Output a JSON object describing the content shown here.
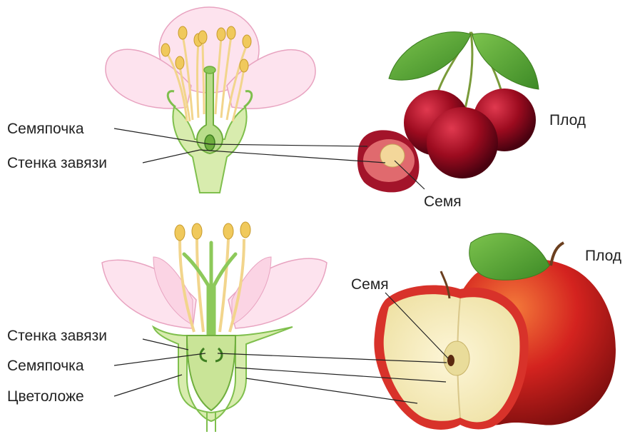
{
  "cherry_section": {
    "labels": {
      "ovule": "Семяпочка",
      "ovary_wall": "Стенка завязи",
      "fruit": "Плод",
      "seed": "Семя"
    }
  },
  "apple_section": {
    "labels": {
      "seed": "Семя",
      "fruit": "Плод",
      "ovary_wall": "Стенка завязи",
      "ovule": "Семяпочка",
      "receptacle": "Цветоложе"
    }
  },
  "colors": {
    "petal_stroke": "#e8a3c0",
    "petal_fill": "#fde3ee",
    "stamen": "#f2d58c",
    "anther": "#f0c95c",
    "pistil_green": "#8dc95a",
    "ovary_light": "#d8ecae",
    "cherry_red": "#9c0b1f",
    "apple_red": "#d4231f",
    "apple_flesh": "#f9f0c8",
    "leaf_green": "#5da83a"
  }
}
